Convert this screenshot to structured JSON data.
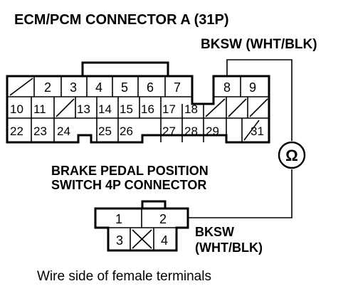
{
  "ecm_connector": {
    "title": "ECM/PCM CONNECTOR A (31P)",
    "wire_label": "BKSW (WHT/BLK)",
    "row1": [
      "",
      "2",
      "3",
      "4",
      "5",
      "6",
      "7",
      "8",
      "9"
    ],
    "row2": [
      "10",
      "11",
      "",
      "13",
      "14",
      "15",
      "16",
      "17",
      "18",
      "",
      "",
      ""
    ],
    "row3": [
      "22",
      "23",
      "24",
      "25",
      "26",
      "27",
      "28",
      "29",
      "",
      "31"
    ]
  },
  "meter": {
    "symbol": "Ω"
  },
  "switch_connector": {
    "title_line1": "BRAKE PEDAL POSITION",
    "title_line2": "SWITCH 4P CONNECTOR",
    "pins": [
      "1",
      "2",
      "3",
      "",
      "4"
    ],
    "wire_label_line1": "BKSW",
    "wire_label_line2": "(WHT/BLK)"
  },
  "footer": "Wire side of female terminals"
}
